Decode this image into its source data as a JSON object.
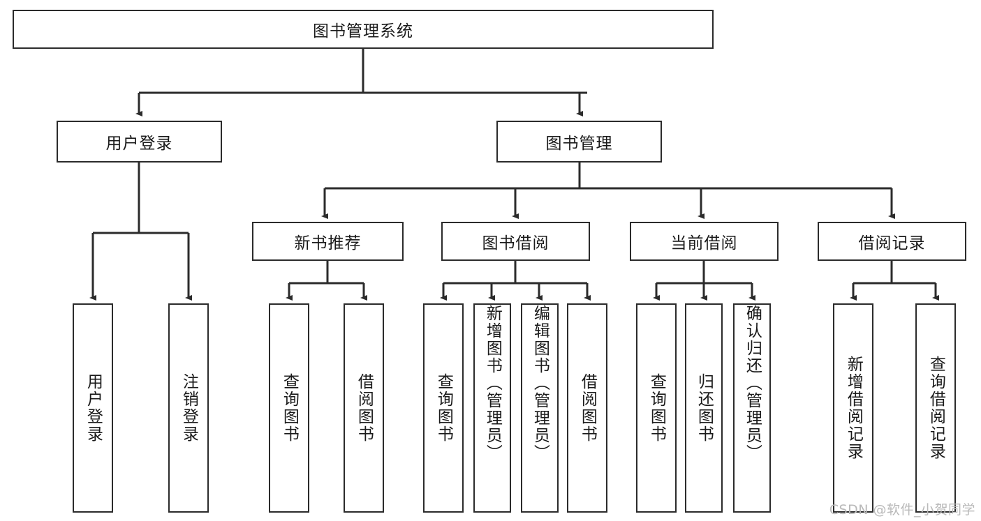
{
  "diagram": {
    "title": "图书管理系统",
    "watermark": "CSDN @软件_小贺同学",
    "colors": {
      "background": "#ffffff",
      "stroke": "#2b2b2b",
      "text": "#1a1a1a",
      "watermark": "#b9b9b9"
    },
    "root": {
      "label": "图书管理系统"
    },
    "level2": [
      {
        "label": "用户登录"
      },
      {
        "label": "图书管理"
      }
    ],
    "level3": [
      {
        "label": "新书推荐"
      },
      {
        "label": "图书借阅"
      },
      {
        "label": "当前借阅"
      },
      {
        "label": "借阅记录"
      }
    ],
    "leaves": [
      {
        "label": "用户登录",
        "parent": "用户登录"
      },
      {
        "label": "注销登录",
        "parent": "用户登录"
      },
      {
        "label": "查询图书",
        "parent": "新书推荐"
      },
      {
        "label": "借阅图书",
        "parent": "新书推荐"
      },
      {
        "label": "查询图书",
        "parent": "图书借阅"
      },
      {
        "label": "新增图书（管理员）",
        "parent": "图书借阅"
      },
      {
        "label": "编辑图书（管理员）",
        "parent": "图书借阅"
      },
      {
        "label": "借阅图书",
        "parent": "图书借阅"
      },
      {
        "label": "查询图书",
        "parent": "当前借阅"
      },
      {
        "label": "归还图书",
        "parent": "当前借阅"
      },
      {
        "label": "确认归还（管理员）",
        "parent": "当前借阅"
      },
      {
        "label": "新增借阅记录",
        "parent": "借阅记录"
      },
      {
        "label": "查询借阅记录",
        "parent": "借阅记录"
      }
    ]
  }
}
